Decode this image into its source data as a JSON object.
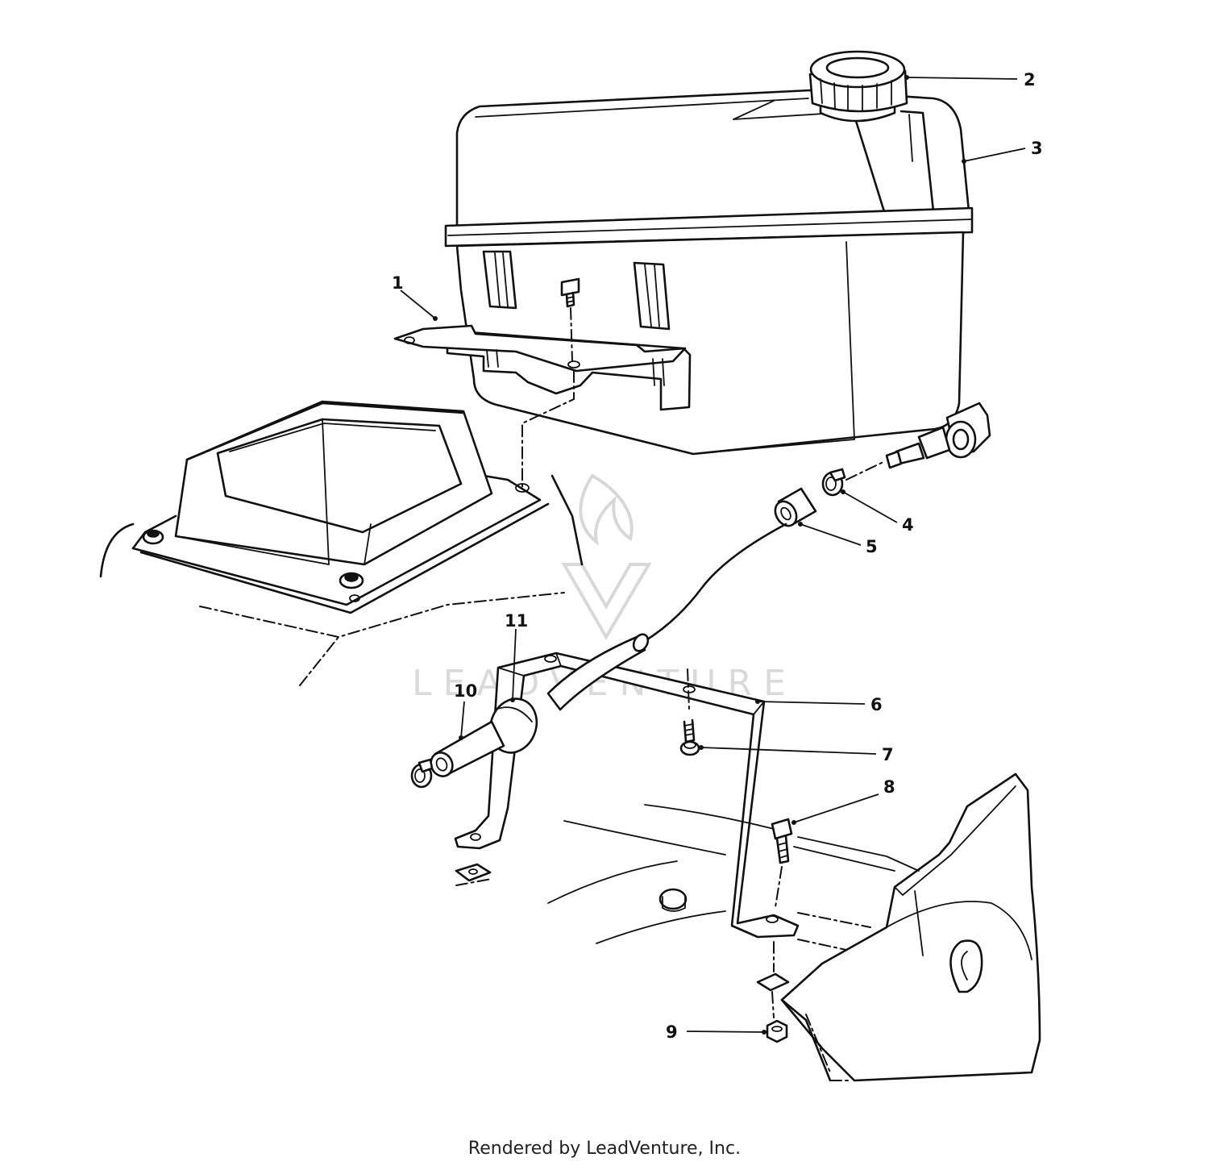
{
  "watermark": {
    "text": "LEADVENTURE"
  },
  "callouts": [
    {
      "id": "1",
      "label": "1"
    },
    {
      "id": "2",
      "label": "2"
    },
    {
      "id": "3",
      "label": "3"
    },
    {
      "id": "4",
      "label": "4"
    },
    {
      "id": "5",
      "label": "5"
    },
    {
      "id": "6",
      "label": "6"
    },
    {
      "id": "7",
      "label": "7"
    },
    {
      "id": "8",
      "label": "8"
    },
    {
      "id": "9",
      "label": "9"
    },
    {
      "id": "10",
      "label": "10"
    },
    {
      "id": "11",
      "label": "11"
    }
  ],
  "footer": {
    "text": "Rendered by LeadVenture, Inc."
  }
}
